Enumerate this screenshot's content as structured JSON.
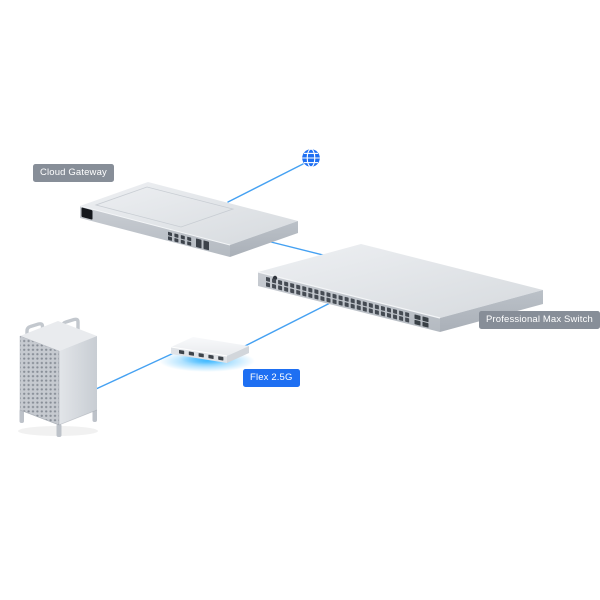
{
  "diagram": {
    "devices": [
      {
        "id": "internet",
        "icon": "globe-icon",
        "label": null
      },
      {
        "id": "cloud-gateway",
        "label": "Cloud Gateway",
        "label_style": "gray"
      },
      {
        "id": "professional-max-switch",
        "label": "Professional Max Switch",
        "label_style": "gray"
      },
      {
        "id": "flex-2-5g",
        "label": "Flex 2.5G",
        "label_style": "blue"
      },
      {
        "id": "desktop-tower",
        "label": null
      }
    ],
    "connections": [
      {
        "from": "internet",
        "to": "cloud-gateway"
      },
      {
        "from": "cloud-gateway",
        "to": "professional-max-switch"
      },
      {
        "from": "professional-max-switch",
        "to": "flex-2-5g"
      },
      {
        "from": "flex-2-5g",
        "to": "desktop-tower"
      }
    ],
    "colors": {
      "connection_line": "#45a1f2",
      "label_gray_bg": "#878e98",
      "label_blue_bg": "#1e6ff2",
      "label_text": "#ffffff",
      "globe_blue": "#1e6ff2",
      "flex_glow": "#38b6ff",
      "device_body": "#d6dade"
    }
  }
}
